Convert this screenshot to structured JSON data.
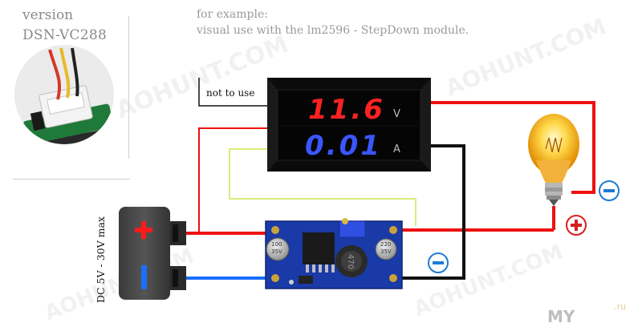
{
  "header": {
    "version_label": "version",
    "model_label": "DSN-VC288"
  },
  "caption": {
    "line1": "for example:",
    "line2": "visual use with the lm2596 - StepDown module."
  },
  "meter": {
    "voltage_reading": "11.6",
    "voltage_unit": "V",
    "current_reading": "0.01",
    "current_unit": "A",
    "note": "not to use"
  },
  "battery": {
    "voltage_range_label": "DC 5V - 30V max"
  },
  "stepdown": {
    "inductor_marking": "470"
  },
  "polarity": {
    "minus": "−",
    "plus": "+"
  },
  "watermark": {
    "site": "AOHUNT.COM",
    "corner_left": "MY",
    "corner_right": ".ru"
  },
  "colors": {
    "voltage_digits": "#ff2222",
    "current_digits": "#3a56ff",
    "positive_wire": "#ee1111",
    "negative_wire": "#111111",
    "ground_wire": "#1a6fff",
    "signal_wire": "#d6ee7a",
    "pcb": "#1a3aa8",
    "minus_badge": "#1e7ad6",
    "plus_badge": "#d81e1e"
  }
}
